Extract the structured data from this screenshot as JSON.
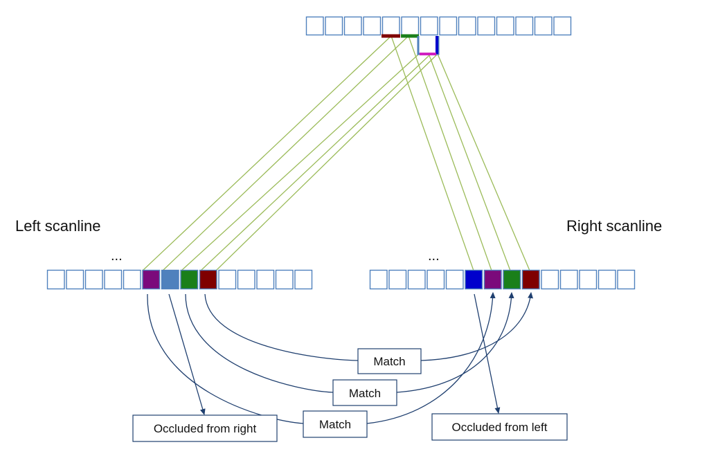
{
  "labels": {
    "left_scanline": "Left scanline",
    "right_scanline": "Right scanline",
    "left_ellipsis": "...",
    "right_ellipsis": "...",
    "match_1": "Match",
    "match_2": "Match",
    "match_3": "Match",
    "occluded_right": "Occluded from right",
    "occluded_left": "Occluded from left"
  },
  "colors": {
    "cell_border": "#4f81bd",
    "ray": "#9bbb59",
    "arrow": "#1f3f6f",
    "purple": "#7b0a7b",
    "steel_blue": "#4f81bd",
    "green": "#1a7f1a",
    "dark_red": "#7f0000",
    "blue": "#0000cc",
    "magenta": "#d020c0"
  },
  "scanlines": {
    "top": {
      "cells": 14
    },
    "left": {
      "cells": 14,
      "colored": [
        "purple",
        "steel_blue",
        "green",
        "dark_red"
      ]
    },
    "right": {
      "cells": 14,
      "colored": [
        "blue",
        "purple",
        "green",
        "dark_red"
      ]
    }
  }
}
